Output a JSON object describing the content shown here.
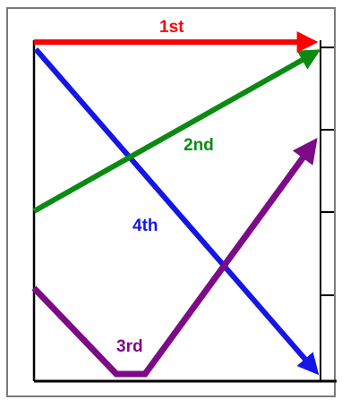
{
  "diagram": {
    "lines": [
      {
        "label": "1st",
        "color": "#ff0000"
      },
      {
        "label": "2nd",
        "color": "#0b8a12"
      },
      {
        "label": "3rd",
        "color": "#7d0a87"
      },
      {
        "label": "4th",
        "color": "#1515e6"
      }
    ],
    "axis_color": "#000000",
    "border_color": "#7a7a7a"
  }
}
